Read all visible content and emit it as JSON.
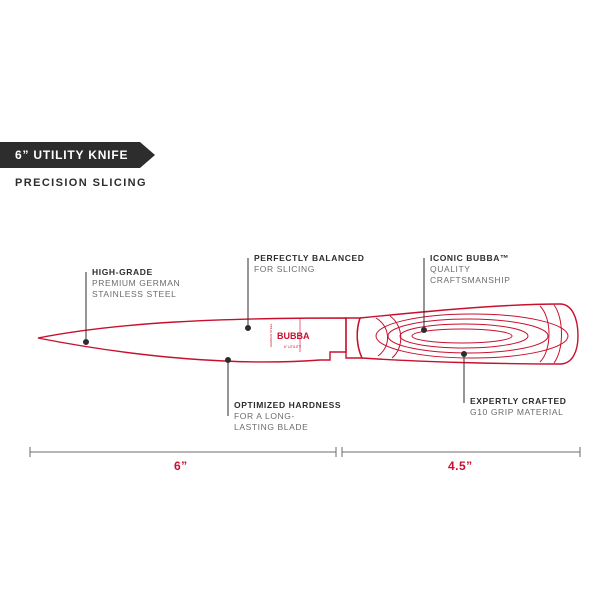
{
  "header": {
    "title": "6” UTILITY KNIFE",
    "subtitle": "PRECISION SLICING"
  },
  "callouts": {
    "high_grade": {
      "head": "HIGH-GRADE",
      "line1": "PREMIUM GERMAN",
      "line2": "STAINLESS STEEL"
    },
    "balanced": {
      "head": "PERFECTLY BALANCED",
      "line1": "FOR SLICING"
    },
    "iconic": {
      "head": "ICONIC BUBBA™",
      "line1": "QUALITY",
      "line2": "CRAFTSMANSHIP"
    },
    "hardness": {
      "head": "OPTIMIZED HARDNESS",
      "line1": "FOR A LONG-",
      "line2": "LASTING BLADE"
    },
    "crafted": {
      "head": "EXPERTLY CRAFTED",
      "line1": "G10 GRIP MATERIAL"
    }
  },
  "blade_marking": {
    "brand": "BUBBA",
    "model": "6\" UTILITY",
    "side_text": "GERMAN STEEL"
  },
  "dimensions": {
    "blade": "6”",
    "handle": "4.5”"
  },
  "colors": {
    "accent": "#c8102e",
    "dark": "#2d2d2d",
    "grey": "#6b6b6b"
  }
}
